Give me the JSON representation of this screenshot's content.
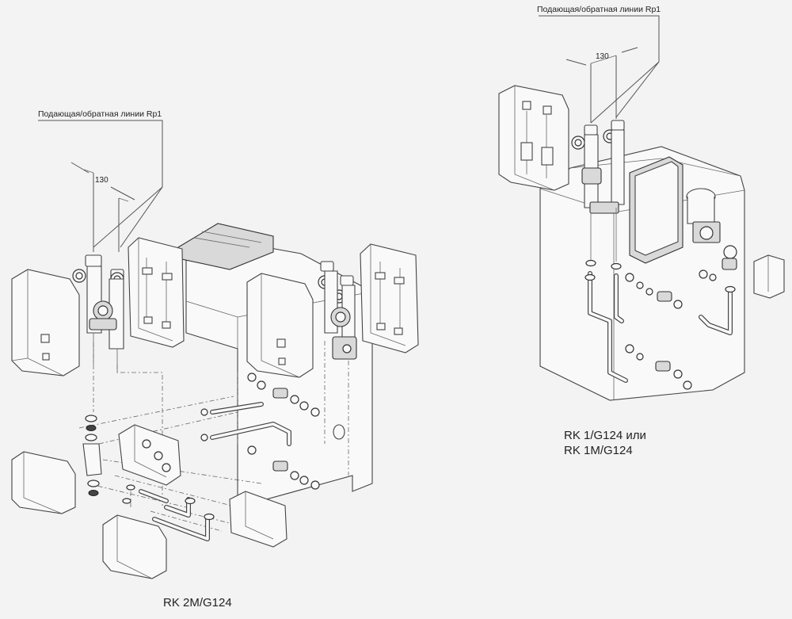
{
  "labels": {
    "supply_return_left": "Подающая/обратная линии Rp1",
    "supply_return_right": "Подающая/обратная линии Rp1",
    "dim_left": "130",
    "dim_right": "130",
    "caption_left": "RK 2M/G124",
    "caption_right_line1": "RK 1/G124 или",
    "caption_right_line2": "RK 1M/G124"
  },
  "colors": {
    "background": "#f3f3f3",
    "line": "#444444",
    "text": "#222222"
  }
}
